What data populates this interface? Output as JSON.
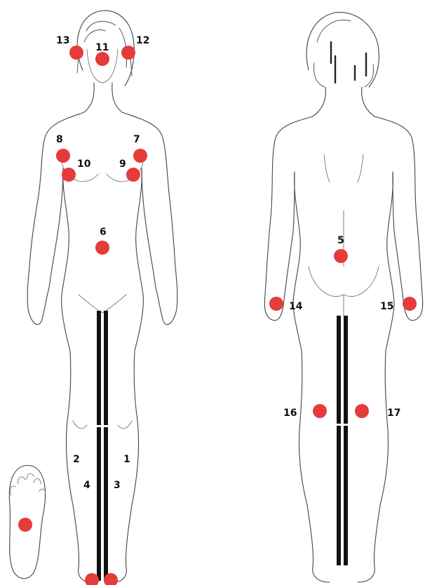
{
  "colors": {
    "marker": "#e53b3b",
    "label": "#111111",
    "bar": "#111111",
    "outline": "#444444"
  },
  "figures": {
    "front": {
      "view": "front"
    },
    "back": {
      "view": "back"
    },
    "foot": {
      "view": "sole"
    }
  },
  "points": [
    {
      "id": "1",
      "label": "1",
      "marker": false
    },
    {
      "id": "2",
      "label": "2",
      "marker": false
    },
    {
      "id": "3",
      "label": "3",
      "marker": false
    },
    {
      "id": "4",
      "label": "4",
      "marker": false
    },
    {
      "id": "5",
      "label": "5",
      "marker": true
    },
    {
      "id": "6",
      "label": "6",
      "marker": true
    },
    {
      "id": "7",
      "label": "7",
      "marker": true
    },
    {
      "id": "8",
      "label": "8",
      "marker": true
    },
    {
      "id": "9",
      "label": "9",
      "marker": true
    },
    {
      "id": "10",
      "label": "10",
      "marker": true
    },
    {
      "id": "11",
      "label": "11",
      "marker": true
    },
    {
      "id": "12",
      "label": "12",
      "marker": true
    },
    {
      "id": "13",
      "label": "13",
      "marker": true
    },
    {
      "id": "14",
      "label": "14",
      "marker": true
    },
    {
      "id": "15",
      "label": "15",
      "marker": true
    },
    {
      "id": "16",
      "label": "16",
      "marker": true
    },
    {
      "id": "17",
      "label": "17",
      "marker": true
    }
  ],
  "extra_markers": [
    {
      "id": "foot-sole"
    },
    {
      "id": "left-ankle"
    },
    {
      "id": "right-ankle"
    }
  ]
}
